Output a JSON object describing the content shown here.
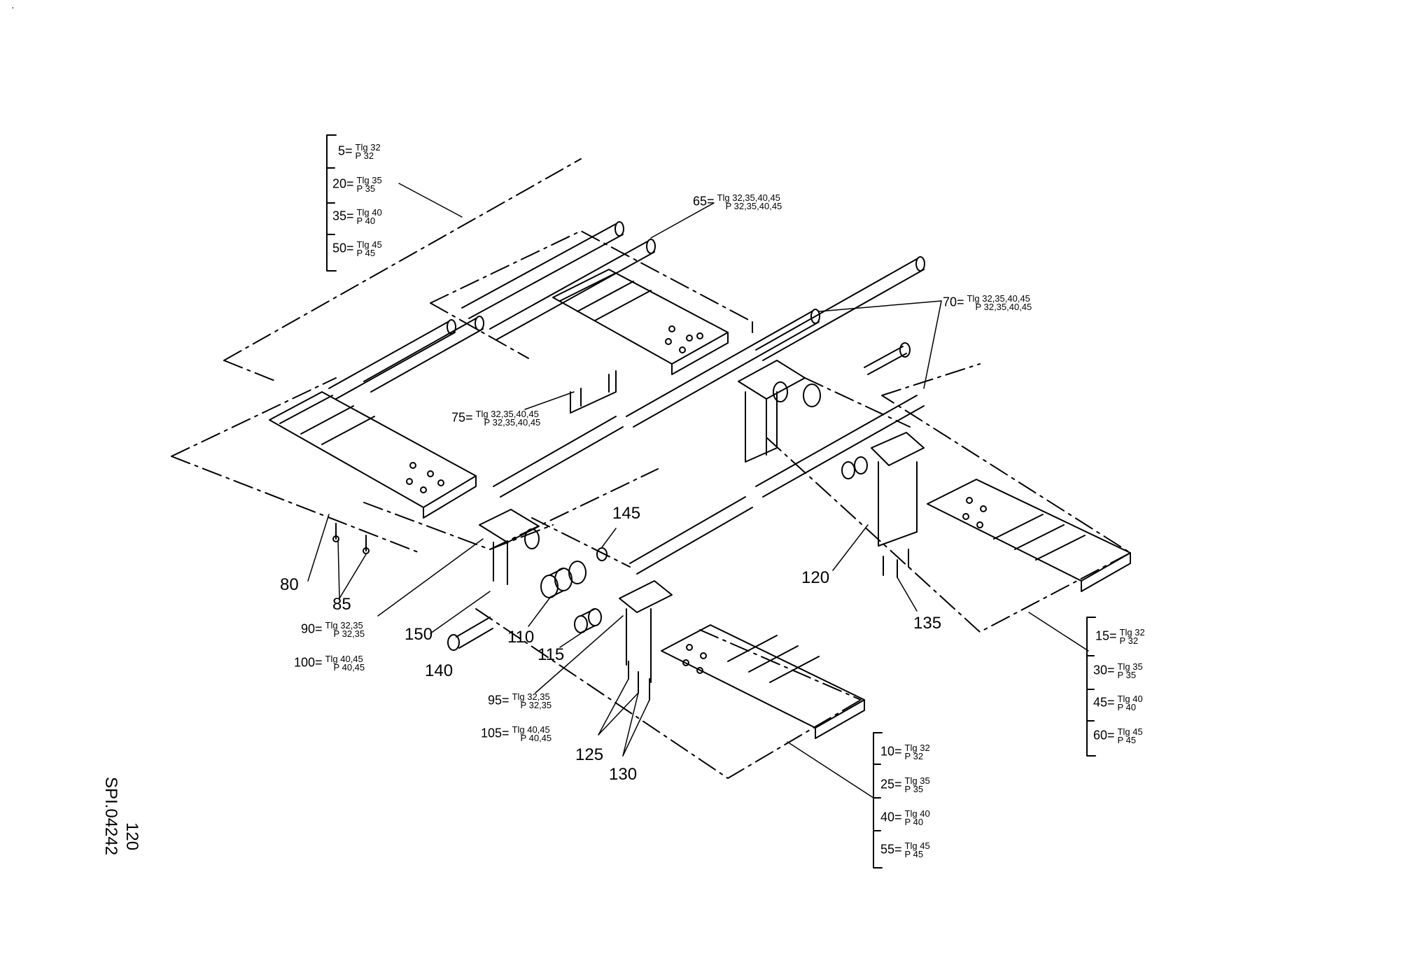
{
  "corner_mark": "·",
  "drawing_id": "SPI.04242",
  "page_number": "120",
  "groups": {
    "top_left": [
      {
        "key": "5=",
        "tlg": "Tlg",
        "tlg_val": "32",
        "p": "P",
        "p_val": "32"
      },
      {
        "key": "20=",
        "tlg": "Tlg",
        "tlg_val": "35",
        "p": "P",
        "p_val": "35"
      },
      {
        "key": "35=",
        "tlg": "Tlg",
        "tlg_val": "40",
        "p": "P",
        "p_val": "40"
      },
      {
        "key": "50=",
        "tlg": "Tlg",
        "tlg_val": "45",
        "p": "P",
        "p_val": "45"
      }
    ],
    "right": [
      {
        "key": "15=",
        "tlg": "Tlg",
        "tlg_val": "32",
        "p": "P",
        "p_val": "32"
      },
      {
        "key": "30=",
        "tlg": "Tlg",
        "tlg_val": "35",
        "p": "P",
        "p_val": "35"
      },
      {
        "key": "45=",
        "tlg": "Tlg",
        "tlg_val": "40",
        "p": "P",
        "p_val": "40"
      },
      {
        "key": "60=",
        "tlg": "Tlg",
        "tlg_val": "45",
        "p": "P",
        "p_val": "45"
      }
    ],
    "bottom": [
      {
        "key": "10=",
        "tlg": "Tlg",
        "tlg_val": "32",
        "p": "P",
        "p_val": "32"
      },
      {
        "key": "25=",
        "tlg": "Tlg",
        "tlg_val": "35",
        "p": "P",
        "p_val": "35"
      },
      {
        "key": "40=",
        "tlg": "Tlg",
        "tlg_val": "40",
        "p": "P",
        "p_val": "40"
      },
      {
        "key": "55=",
        "tlg": "Tlg",
        "tlg_val": "45",
        "p": "P",
        "p_val": "45"
      }
    ]
  },
  "callouts": {
    "c65": {
      "key": "65=",
      "tlg": "Tlg",
      "tlg_val": "32,35,40,45",
      "p": "P",
      "p_val": "32,35,40,45"
    },
    "c70": {
      "key": "70=",
      "tlg": "Tlg",
      "tlg_val": "32,35,40,45",
      "p": "P",
      "p_val": "32,35,40,45"
    },
    "c75": {
      "key": "75=",
      "tlg": "Tlg",
      "tlg_val": "32,35,40,45",
      "p": "P",
      "p_val": "32,35,40,45"
    },
    "c90": {
      "key": "90=",
      "tlg": "Tlg",
      "tlg_val": "32,35",
      "p": "P",
      "p_val": "32,35"
    },
    "c100": {
      "key": "100=",
      "tlg": "Tlg",
      "tlg_val": "40,45",
      "p": "P",
      "p_val": "40,45"
    },
    "c95": {
      "key": "95=",
      "tlg": "Tlg",
      "tlg_val": "32,35",
      "p": "P",
      "p_val": "32,35"
    },
    "c105": {
      "key": "105=",
      "tlg": "Tlg",
      "tlg_val": "40,45",
      "p": "P",
      "p_val": "40,45"
    }
  },
  "part_numbers": {
    "p80": "80",
    "p85": "85",
    "p110": "110",
    "p115": "115",
    "p120": "120",
    "p125": "125",
    "p130": "130",
    "p135": "135",
    "p140": "140",
    "p145": "145",
    "p150": "150"
  }
}
